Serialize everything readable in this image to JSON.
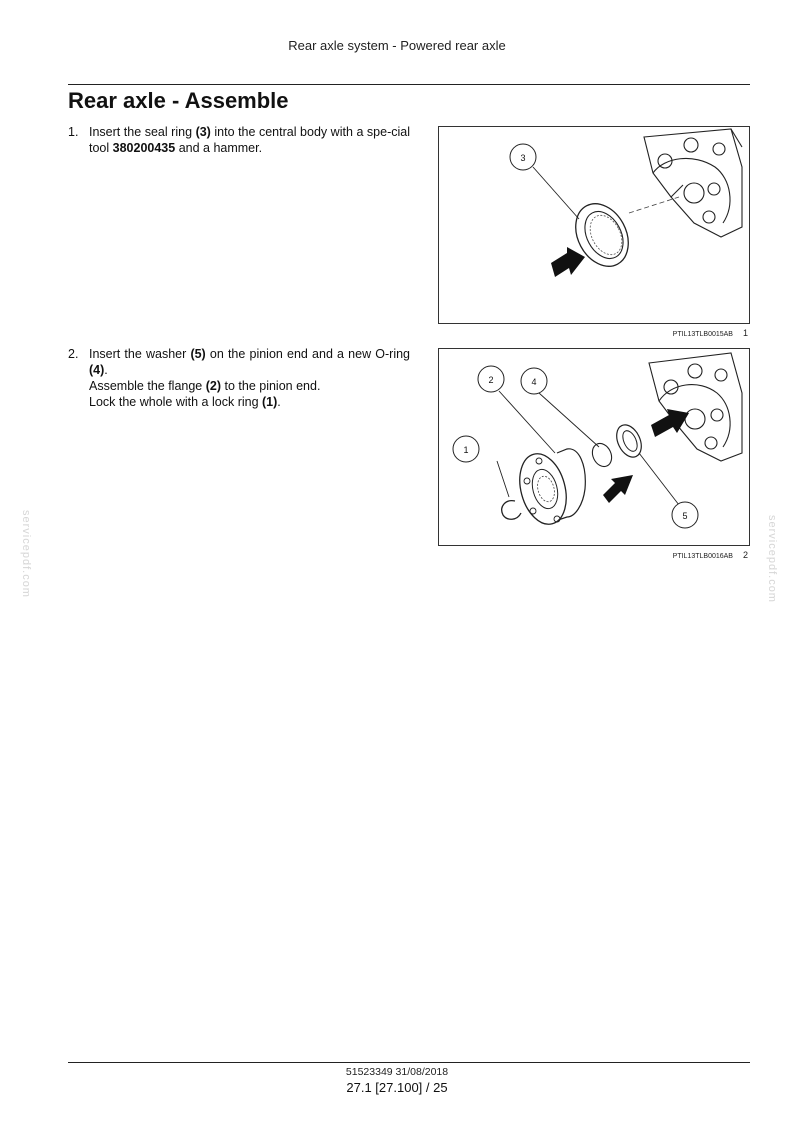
{
  "header": {
    "running_title": "Rear axle system - Powered rear axle"
  },
  "page_title": "Rear axle - Assemble",
  "steps": [
    {
      "number": "1.",
      "t1": "Insert the seal ring ",
      "ref1": "(3)",
      "t2": " into the central body with a spe-cial tool ",
      "tool": "380200435",
      "t3": " and a hammer."
    },
    {
      "number": "2.",
      "t1": "Insert the washer ",
      "ref1": "(5)",
      "t2": " on the pinion end and a new O-ring ",
      "ref2": "(4)",
      "t3": ".",
      "line2_a": "Assemble the flange ",
      "line2_ref": "(2)",
      "line2_b": " to the pinion end.",
      "line3_a": "Lock the whole with a lock ring ",
      "line3_ref": "(1)",
      "line3_b": "."
    }
  ],
  "figures": [
    {
      "code": "PTIL13TLB0015AB",
      "number": "1",
      "callouts": [
        "3"
      ]
    },
    {
      "code": "PTIL13TLB0016AB",
      "number": "2",
      "callouts": [
        "2",
        "4",
        "1",
        "5"
      ]
    }
  ],
  "watermark": "servicepdf.com",
  "footer": {
    "doc": "51523349 31/08/2018",
    "page": "27.1 [27.100] / 25"
  }
}
